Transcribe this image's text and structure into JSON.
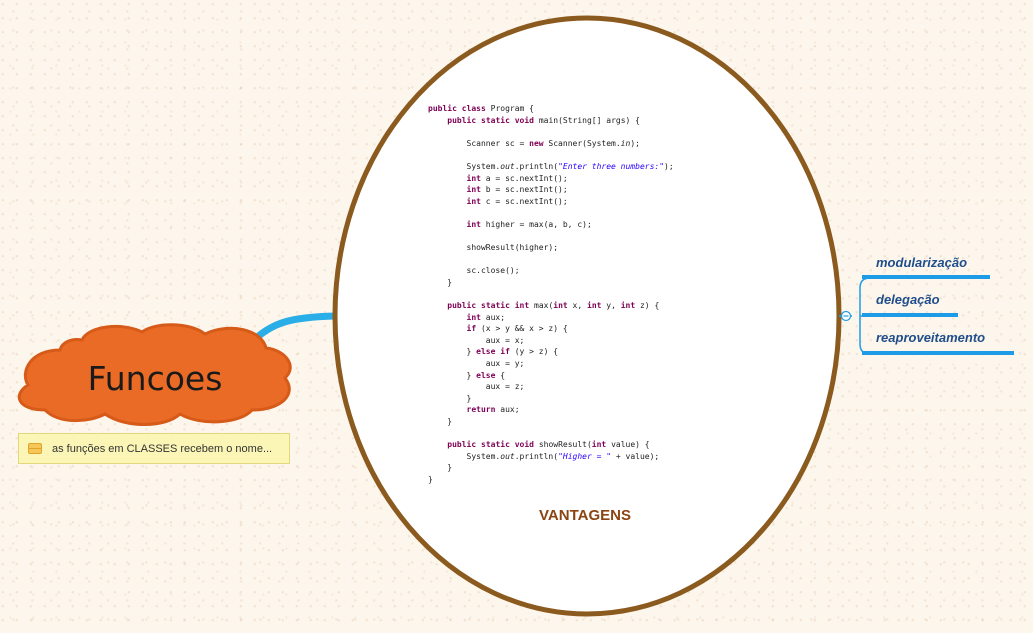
{
  "central_topic": {
    "label": "Funcoes",
    "note": "as funções em CLASSES recebem o nome..."
  },
  "main_topic": {
    "label": "VANTAGENS",
    "subtopics": [
      {
        "label": "modularização"
      },
      {
        "label": "delegação"
      },
      {
        "label": "reaproveitamento"
      }
    ]
  },
  "code": {
    "lines": [
      "public class Program {",
      "    public static void main(String[] args) {",
      "",
      "        Scanner sc = new Scanner(System.in);",
      "",
      "        System.out.println(\"Enter three numbers:\");",
      "        int a = sc.nextInt();",
      "        int b = sc.nextInt();",
      "        int c = sc.nextInt();",
      "",
      "        int higher = max(a, b, c);",
      "",
      "        showResult(higher);",
      "",
      "        sc.close();",
      "    }",
      "",
      "    public static int max(int x, int y, int z) {",
      "        int aux;",
      "        if (x > y && x > z) {",
      "            aux = x;",
      "        } else if (y > z) {",
      "            aux = y;",
      "        } else {",
      "            aux = z;",
      "        }",
      "        return aux;",
      "    }",
      "",
      "    public static void showResult(int value) {",
      "        System.out.println(\"Higher = \" + value);",
      "    }",
      "}"
    ]
  },
  "colors": {
    "cloud_fill": "#ea6b26",
    "connector": "#29aee8",
    "ellipse_stroke": "#8b5a1e",
    "subtopic_text": "#1f4e8c",
    "subtopic_underline": "#1e9be6",
    "main_topic_text": "#8b4513"
  },
  "icons": {
    "note": "note-icon",
    "collapse": "collapse-toggle-icon"
  }
}
